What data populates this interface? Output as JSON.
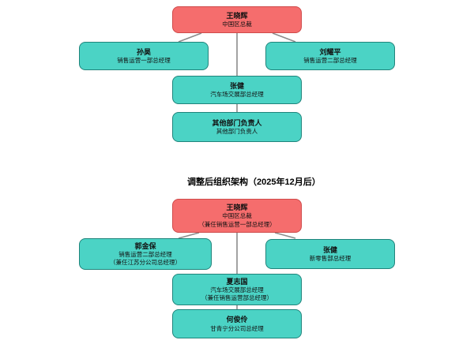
{
  "colors": {
    "executive_fill": "#f56d6d",
    "executive_border": "#cf4a4a",
    "manager_fill": "#4bd3c5",
    "manager_border": "#20847b",
    "connector": "#8c8c8c",
    "text": "#111111"
  },
  "before": {
    "root": {
      "name": "王晓辉",
      "role": "中国区总裁"
    },
    "left": {
      "name": "孙昊",
      "role": "销售运营一部总经理"
    },
    "right": {
      "name": "刘耀平",
      "role": "销售运营二部总经理"
    },
    "middle": {
      "name": "张健",
      "role": "汽车场交展部总经理"
    },
    "bottom": {
      "name": "其他部门负责人",
      "role": "其他部门负责人"
    }
  },
  "after": {
    "heading": "调整后组织架构（2025年12月后）",
    "root": {
      "name": "王晓辉",
      "role": "中国区总裁",
      "extra": "（兼任销售运营一部总经理）"
    },
    "left": {
      "name": "郭金保",
      "role": "销售运营二部总经理",
      "extra": "（兼任江苏分公司总经理）"
    },
    "right": {
      "name": "张健",
      "role": "新零售部总经理"
    },
    "middle": {
      "name": "夏志国",
      "role": "汽车场交展部总经理",
      "extra": "（兼任销售运营部总经理）"
    },
    "bottom": {
      "name": "何俊伶",
      "role": "甘青宁分公司总经理"
    }
  }
}
